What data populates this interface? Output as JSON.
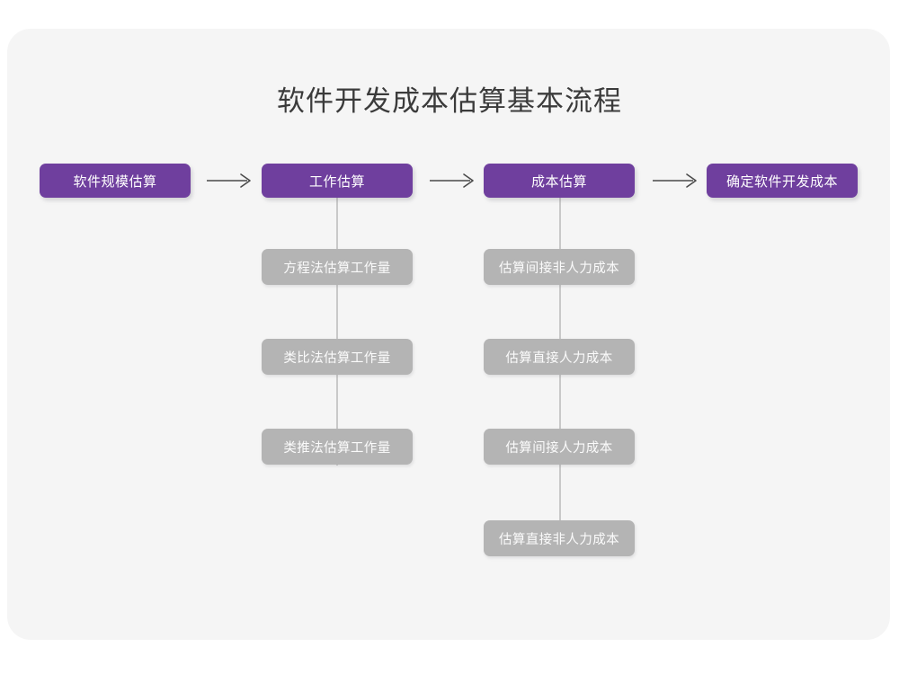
{
  "page": {
    "title": "软件开发成本估算基本流程",
    "background_color": "#ffffff",
    "card_color": "#f5f5f5",
    "primary_color": "#6f3f9e",
    "secondary_color": "#b4b4b4",
    "connector_color": "#c9c9c9",
    "arrow_color": "#4a4a4a",
    "title_color": "#3b3b3b"
  },
  "flow": {
    "arrow_glyph": "long-right-arrow",
    "stages": [
      {
        "id": "stage-1",
        "label": "软件规模估算",
        "substeps": []
      },
      {
        "id": "stage-2",
        "label": "工作估算",
        "substeps": [
          {
            "label": "方程法估算工作量"
          },
          {
            "label": "类比法估算工作量"
          },
          {
            "label": "类推法估算工作量"
          }
        ]
      },
      {
        "id": "stage-3",
        "label": "成本估算",
        "substeps": [
          {
            "label": "估算间接非人力成本"
          },
          {
            "label": "估算直接人力成本"
          },
          {
            "label": "估算间接人力成本"
          },
          {
            "label": "估算直接非人力成本"
          }
        ]
      },
      {
        "id": "stage-4",
        "label": "确定软件开发成本",
        "substeps": []
      }
    ]
  }
}
